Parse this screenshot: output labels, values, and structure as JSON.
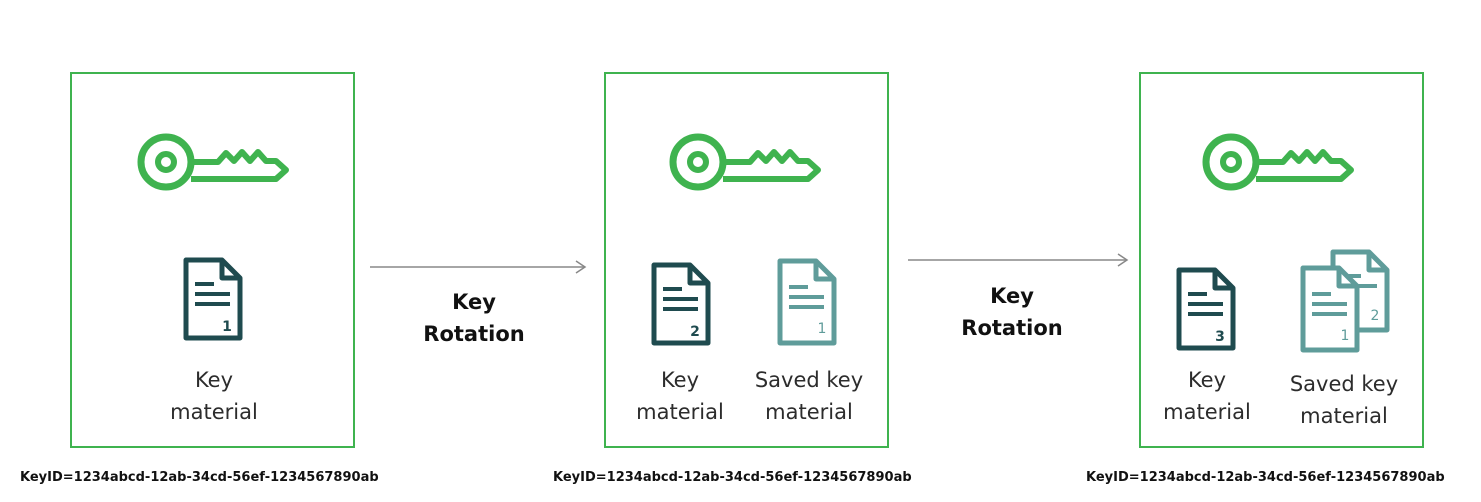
{
  "colors": {
    "accent_green": "#3fb34f",
    "doc_dark": "#1f4b4f",
    "doc_light": "#5f9c9a",
    "border": "#3fb34f"
  },
  "stages": [
    {
      "current": {
        "number": "1",
        "label_line1": "Key",
        "label_line2": "material"
      },
      "saved": [],
      "key_id": "KeyID=1234abcd-12ab-34cd-56ef-1234567890ab"
    },
    {
      "current": {
        "number": "2",
        "label_line1": "Key",
        "label_line2": "material"
      },
      "saved": [
        {
          "number": "1"
        }
      ],
      "saved_label_line1": "Saved key",
      "saved_label_line2": "material",
      "key_id": "KeyID=1234abcd-12ab-34cd-56ef-1234567890ab"
    },
    {
      "current": {
        "number": "3",
        "label_line1": "Key",
        "label_line2": "material"
      },
      "saved": [
        {
          "number": "1"
        },
        {
          "number": "2"
        }
      ],
      "saved_label_line1": "Saved key",
      "saved_label_line2": "material",
      "key_id": "KeyID=1234abcd-12ab-34cd-56ef-1234567890ab"
    }
  ],
  "transitions": [
    {
      "line1": "Key",
      "line2": "Rotation"
    },
    {
      "line1": "Key",
      "line2": "Rotation"
    }
  ],
  "icons": {
    "key": "key-icon",
    "document": "document-icon",
    "arrow": "arrow-right-icon"
  }
}
